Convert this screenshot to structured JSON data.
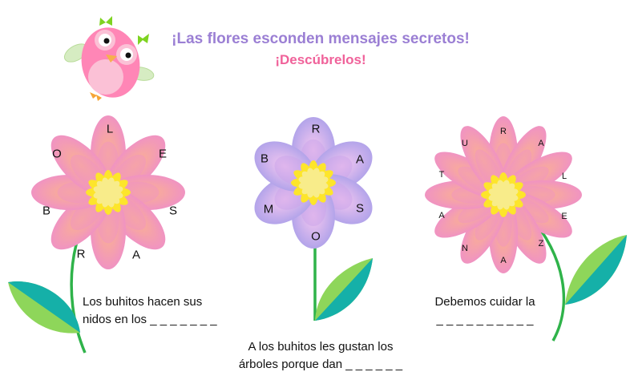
{
  "header": {
    "title": "¡Las flores esconden mensajes secretos!",
    "subtitle": "¡Descúbrelos!",
    "mascot": "owl-icon"
  },
  "colors": {
    "title": "#9b7fd4",
    "subtitle": "#f0629a",
    "pink_petal": "#f29ac4",
    "purple_petal": "#b8a6e8",
    "center": "#fde74c",
    "stem": "#2fb34a",
    "leaf_light": "#8ed65a",
    "leaf_dark": "#15b0a8"
  },
  "flowers": [
    {
      "letters": [
        "L",
        "E",
        "S",
        "A",
        "R",
        "B",
        "O"
      ],
      "clue_line1": "Los buhitos hacen sus",
      "clue_line2": "nidos en los _ _ _ _ _ _ _"
    },
    {
      "letters": [
        "R",
        "A",
        "S",
        "O",
        "M",
        "B"
      ],
      "clue_line1": "A los buhitos les gustan los",
      "clue_line2": "árboles porque dan _ _ _ _ _ _"
    },
    {
      "letters": [
        "R",
        "A",
        "L",
        "E",
        "Z",
        "A",
        "N",
        "A",
        "T",
        "U"
      ],
      "clue_line1": "Debemos cuidar la",
      "clue_line2": "_ _ _ _ _ _ _ _ _ _"
    }
  ]
}
